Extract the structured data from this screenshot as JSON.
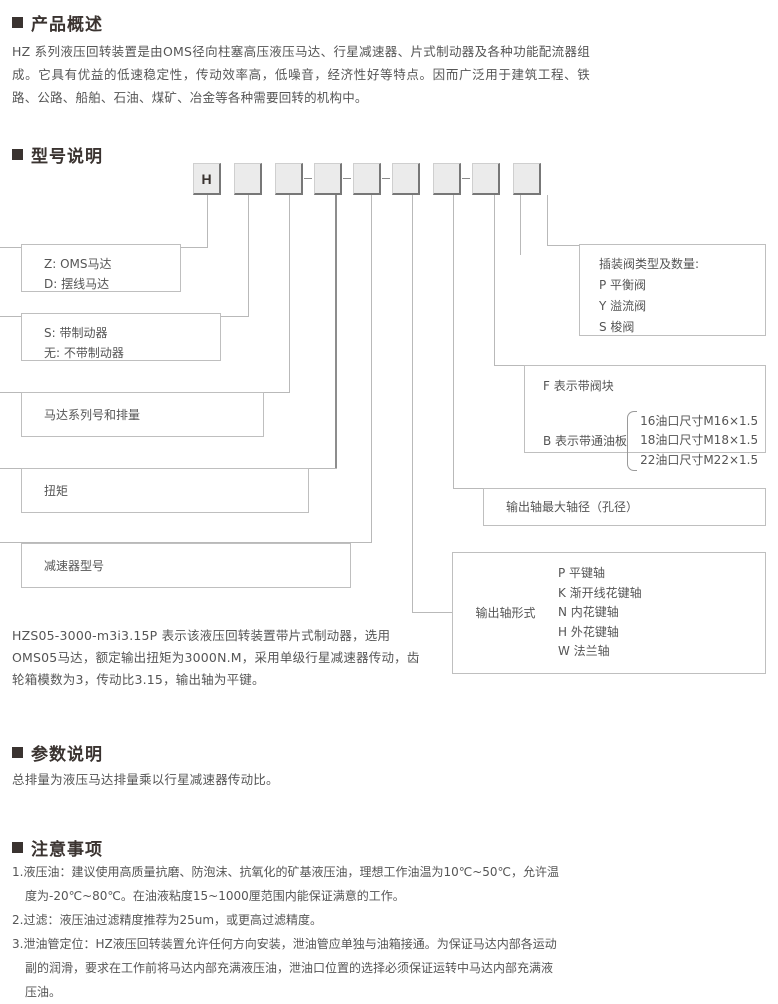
{
  "sections": {
    "overview": {
      "title": "产品概述",
      "body": "HZ 系列液压回转装置是由OMS径向柱塞高压液压马达、行星减速器、片式制动器及各种功能配流器组成。它具有优益的低速稳定性，传动效率高，低噪音，经济性好等特点。因而广泛用于建筑工程、铁路、公路、船舶、石油、煤矿、冶金等各种需要回转的机构中。"
    },
    "model": {
      "title": "型号说明",
      "example": "HZS05-3000-m3i3.15P 表示该液压回转装置带片式制动器，选用OMS05马达，额定输出扭矩为3000N.M，采用单级行星减速器传动，齿轮箱模数为3，传动比3.15，输出轴为平键。"
    },
    "params": {
      "title": "参数说明",
      "body": "总排量为液压马达排量乘以行星减速器传动比。"
    },
    "notice": {
      "title": "注意事项",
      "items": [
        {
          "line1": "1.液压油：建议使用高质量抗磨、防泡沫、抗氧化的矿基液压油，理想工作油温为10℃~50℃，允许温",
          "line2": "度为-20℃~80℃。在油液粘度15~1000厘范围内能保证满意的工作。"
        },
        {
          "line1": "2.过滤：液压油过滤精度推荐为25um，或更高过滤精度。",
          "line2": ""
        },
        {
          "line1": "3.泄油管定位：HZ液压回转装置允许任何方向安装，泄油管应单独与油箱接通。为保证马达内部各运动",
          "line2": "副的润滑，要求在工作前将马达内部充满液压油，泄油口位置的选择必须保证运转中马达内部充满液",
          "line3": "压油。"
        }
      ]
    }
  },
  "code_boxes": [
    {
      "label": "H"
    },
    {
      "label": ""
    },
    {
      "label": ""
    },
    {
      "label": ""
    },
    {
      "label": ""
    },
    {
      "label": ""
    },
    {
      "label": ""
    },
    {
      "label": ""
    },
    {
      "label": ""
    },
    {
      "label": ""
    }
  ],
  "callouts": {
    "motor_type": {
      "line1": "Z: OMS马达",
      "line2": "D: 摆线马达"
    },
    "brake": {
      "line1": "S: 带制动器",
      "line2": "无: 不带制动器"
    },
    "motor_series": {
      "line1": "马达系列号和排量"
    },
    "torque": {
      "line1": "扭矩"
    },
    "reducer_model": {
      "line1": "减速器型号"
    },
    "cartridge_valve": {
      "line1": "插装阀类型及数量:",
      "line2": "P 平衡阀",
      "line3": "Y 溢流阀",
      "line4": "S 梭阀"
    },
    "valve_block": {
      "line1": "F 表示带阀块",
      "line2": "B 表示带通油板",
      "opt1": "16油口尺寸M16×1.5",
      "opt2": "18油口尺寸M18×1.5",
      "opt3": "22油口尺寸M22×1.5"
    },
    "shaft_diameter": {
      "line1": "输出轴最大轴径（孔径）"
    },
    "shaft_form": {
      "label": "输出轴形式",
      "opt1": "P 平键轴",
      "opt2": "K 渐开线花键轴",
      "opt3": "N 内花键轴",
      "opt4": "H 外花键轴",
      "opt5": "W 法兰轴"
    }
  },
  "colors": {
    "heading": "#3a3330",
    "text": "#555555",
    "box_fill": "#ebebeb",
    "box_border": "#777777",
    "line": "#b9b9b9"
  }
}
